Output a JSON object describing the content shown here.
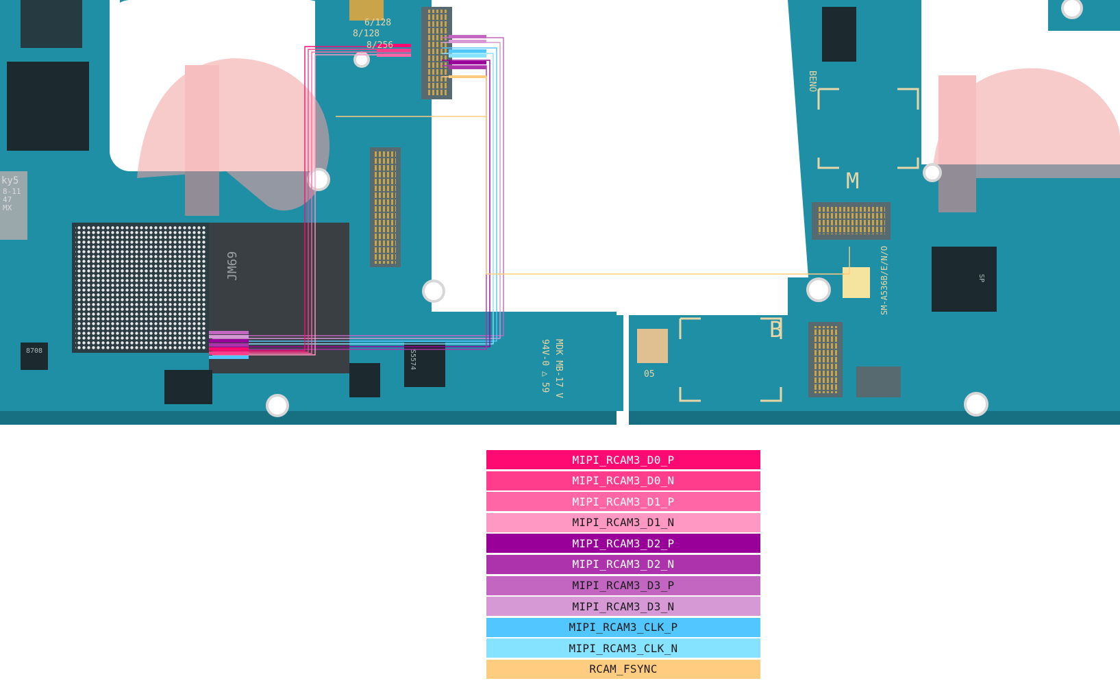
{
  "board": {
    "silkscreen_left": [
      "6/128",
      "8/128",
      "8/256"
    ],
    "silkscreen_ky": "ky5",
    "silkscreen_ky_sub": [
      "8-11",
      "47",
      "MX"
    ],
    "silkscreen_chip_main": "JM69",
    "silkscreen_chip_small": "S5574",
    "silkscreen_mid_vertical": "MDK MB-17 V",
    "silkscreen_mid_vertical_2": "94V-0 △ 59",
    "silkscreen_beno": "BENO",
    "silkscreen_m": "M",
    "silkscreen_b": "B",
    "silkscreen_05": "05",
    "silkscreen_model": "SM-A536B/E/N/O",
    "silkscreen_chip_right": "SP",
    "silkscreen_chip_left_small": "8708"
  },
  "legend": [
    {
      "label": "MIPI_RCAM3_D0_P",
      "color": "#ff0a73",
      "text": "dark"
    },
    {
      "label": "MIPI_RCAM3_D0_N",
      "color": "#ff3d8c",
      "text": "dark"
    },
    {
      "label": "MIPI_RCAM3_D1_P",
      "color": "#ff66a6",
      "text": "dark"
    },
    {
      "label": "MIPI_RCAM3_D1_N",
      "color": "#ff99c4",
      "text": "light"
    },
    {
      "label": "MIPI_RCAM3_D2_P",
      "color": "#990099",
      "text": "dark"
    },
    {
      "label": "MIPI_RCAM3_D2_N",
      "color": "#ad33ad",
      "text": "dark"
    },
    {
      "label": "MIPI_RCAM3_D3_P",
      "color": "#c266c2",
      "text": "light"
    },
    {
      "label": "MIPI_RCAM3_D3_N",
      "color": "#d699d6",
      "text": "light"
    },
    {
      "label": "MIPI_RCAM3_CLK_P",
      "color": "#52c6ff",
      "text": "light"
    },
    {
      "label": "MIPI_RCAM3_CLK_N",
      "color": "#85e3ff",
      "text": "light"
    },
    {
      "label": "RCAM_FSYNC",
      "color": "#ffcc80",
      "text": "light"
    }
  ],
  "colors": {
    "pcb": "#1f8fa6",
    "pcb_dark": "#176f82",
    "chip": "#1c2a30",
    "watermark": "#f3a1a1"
  }
}
